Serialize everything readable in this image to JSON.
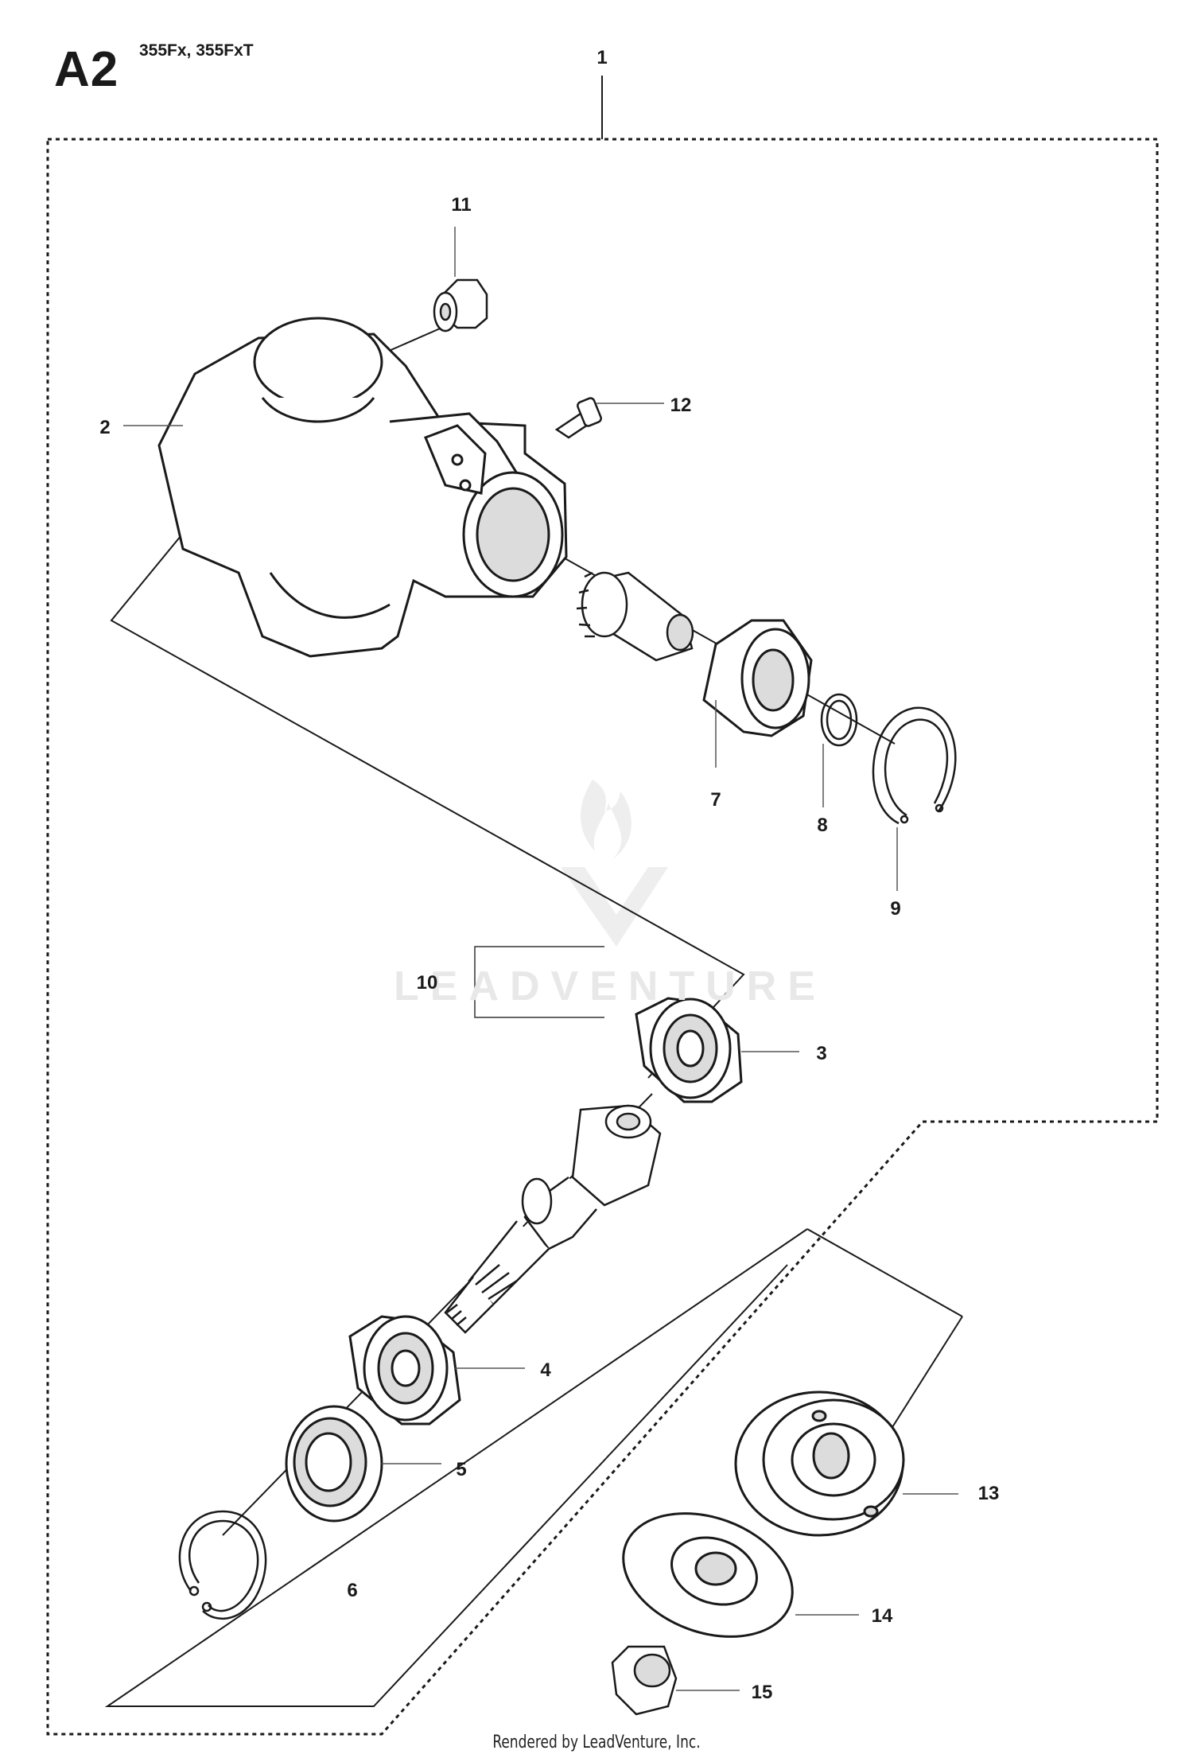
{
  "header": {
    "diagram_id": "A2",
    "models": "355Fx, 355FxT"
  },
  "watermark": {
    "text": "LEADVENTURE"
  },
  "footer": {
    "text": "Rendered by LeadVenture, Inc."
  },
  "callouts": {
    "c1": "1",
    "c2": "2",
    "c3": "3",
    "c4": "4",
    "c5": "5",
    "c6": "6",
    "c7": "7",
    "c8": "8",
    "c9": "9",
    "c10": "10",
    "c11": "11",
    "c12": "12",
    "c13": "13",
    "c14": "14",
    "c15": "15"
  },
  "colors": {
    "line": "#1a1a1a",
    "part_fill": "#ffffff",
    "part_shade": "#dcdcdc",
    "watermark": "#e8e8e8"
  }
}
